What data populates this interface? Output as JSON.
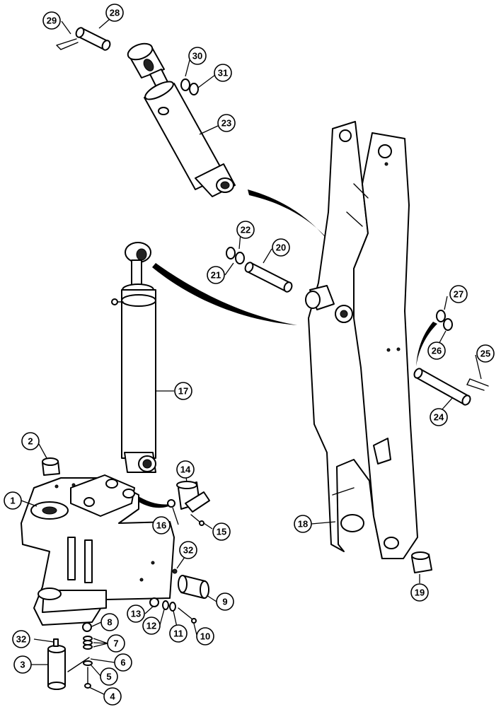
{
  "callouts": [
    {
      "id": "c1",
      "label": "1"
    },
    {
      "id": "c2",
      "label": "2"
    },
    {
      "id": "c3",
      "label": "3"
    },
    {
      "id": "c4",
      "label": "4"
    },
    {
      "id": "c5",
      "label": "5"
    },
    {
      "id": "c6",
      "label": "6"
    },
    {
      "id": "c7",
      "label": "7"
    },
    {
      "id": "c8",
      "label": "8"
    },
    {
      "id": "c9",
      "label": "9"
    },
    {
      "id": "c10",
      "label": "10"
    },
    {
      "id": "c11",
      "label": "11"
    },
    {
      "id": "c12",
      "label": "12"
    },
    {
      "id": "c13",
      "label": "13"
    },
    {
      "id": "c14",
      "label": "14"
    },
    {
      "id": "c15",
      "label": "15"
    },
    {
      "id": "c16",
      "label": "16"
    },
    {
      "id": "c17",
      "label": "17"
    },
    {
      "id": "c18",
      "label": "18"
    },
    {
      "id": "c19",
      "label": "19"
    },
    {
      "id": "c20",
      "label": "20"
    },
    {
      "id": "c21",
      "label": "21"
    },
    {
      "id": "c22",
      "label": "22"
    },
    {
      "id": "c23",
      "label": "23"
    },
    {
      "id": "c24",
      "label": "24"
    },
    {
      "id": "c25",
      "label": "25"
    },
    {
      "id": "c26",
      "label": "26"
    },
    {
      "id": "c27",
      "label": "27"
    },
    {
      "id": "c28",
      "label": "28"
    },
    {
      "id": "c29",
      "label": "29"
    },
    {
      "id": "c30",
      "label": "30"
    },
    {
      "id": "c31",
      "label": "31"
    },
    {
      "id": "c32a",
      "label": "32"
    },
    {
      "id": "c32b",
      "label": "32"
    }
  ]
}
